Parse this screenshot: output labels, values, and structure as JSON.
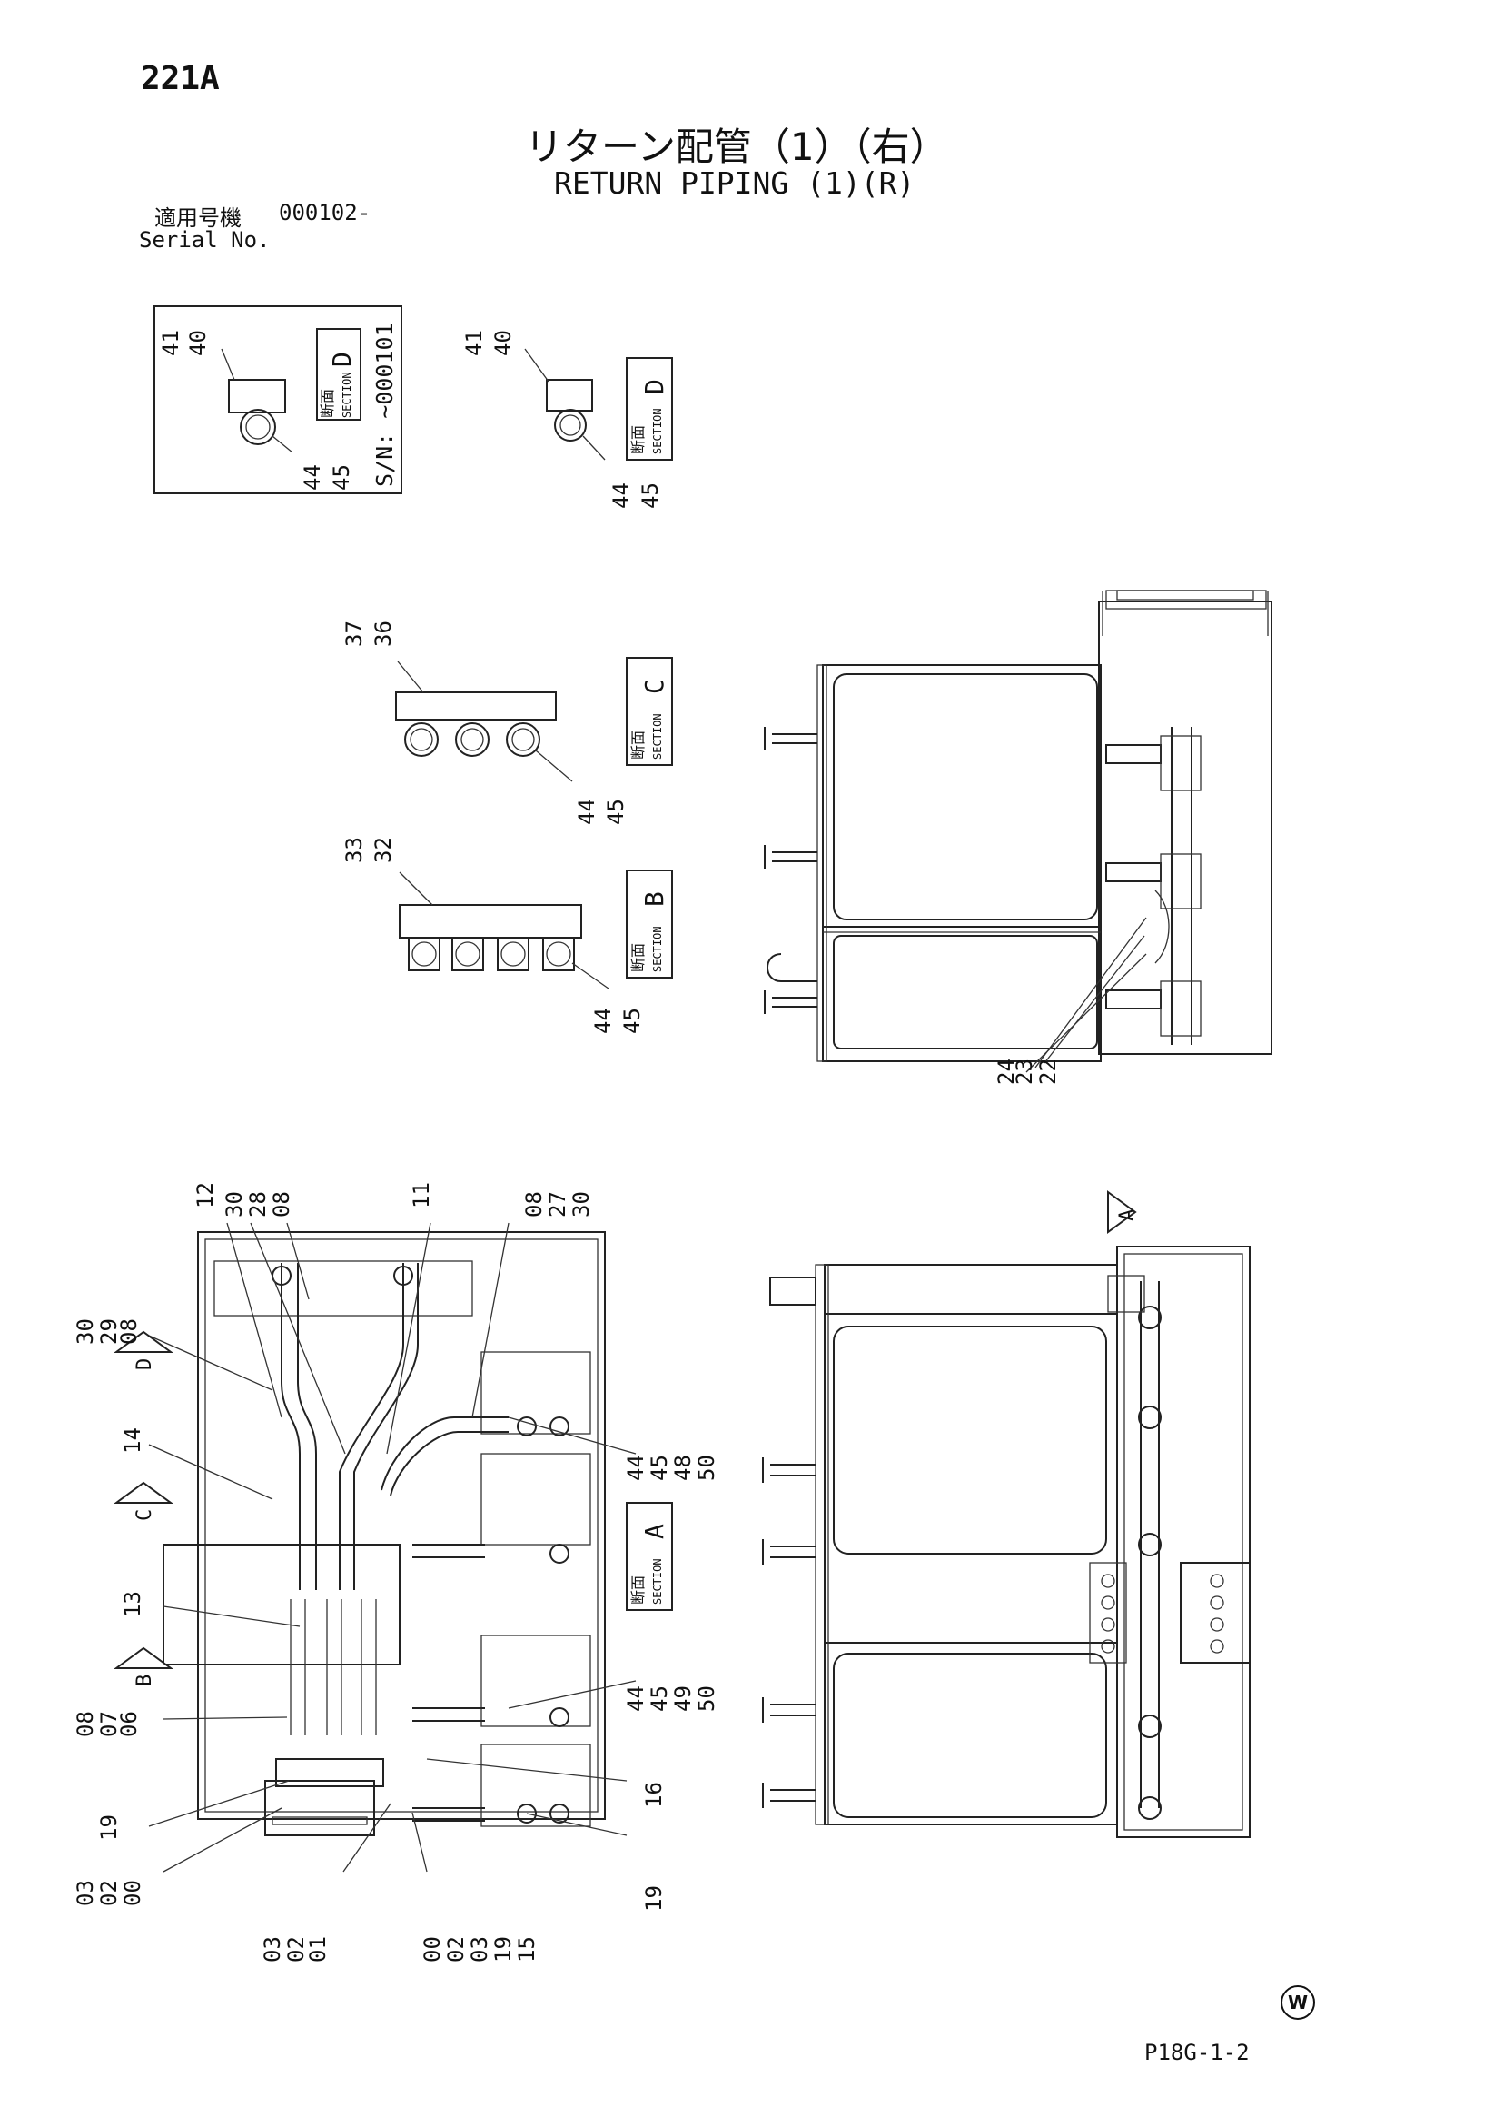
{
  "header": {
    "page_number": "221A",
    "title_ja": "リターン配管（1）（右）",
    "title_en": "RETURN PIPING (1)(R)",
    "serial_label_ja": "適用号機",
    "serial_value": "000102-",
    "serial_label_en": "Serial No."
  },
  "sections": {
    "label_ja": "断面",
    "label_en": "SECTION",
    "d_old": {
      "letter": "D",
      "sn": "S/N: ~000101",
      "callouts": [
        "41",
        "40",
        "44",
        "45"
      ]
    },
    "d_new": {
      "letter": "D",
      "callouts": [
        "41",
        "40",
        "44",
        "45"
      ]
    },
    "c": {
      "letter": "C",
      "callouts": [
        "37",
        "36",
        "44",
        "45"
      ]
    },
    "b": {
      "letter": "B",
      "callouts": [
        "33",
        "32",
        "44",
        "45"
      ]
    },
    "a": {
      "letter": "A"
    }
  },
  "side_view": {
    "callouts": [
      "24",
      "23",
      "22"
    ]
  },
  "plan_view": {
    "callouts_top": [
      "12",
      "30",
      "28",
      "08",
      "11",
      "08",
      "27",
      "30"
    ],
    "callouts_left": [
      "30",
      "29",
      "08",
      "14",
      "13",
      "08",
      "07",
      "06",
      "19",
      "03",
      "02",
      "00"
    ],
    "callouts_bottom": [
      "03",
      "02",
      "01",
      "00",
      "02",
      "03",
      "19",
      "15"
    ],
    "callouts_right": [
      "44",
      "45",
      "48",
      "50",
      "44",
      "45",
      "49",
      "50",
      "16",
      "19"
    ],
    "view_arrows": [
      "D",
      "C",
      "B",
      "A"
    ]
  },
  "footer": {
    "code": "P18G-1-2",
    "mark": "W"
  }
}
